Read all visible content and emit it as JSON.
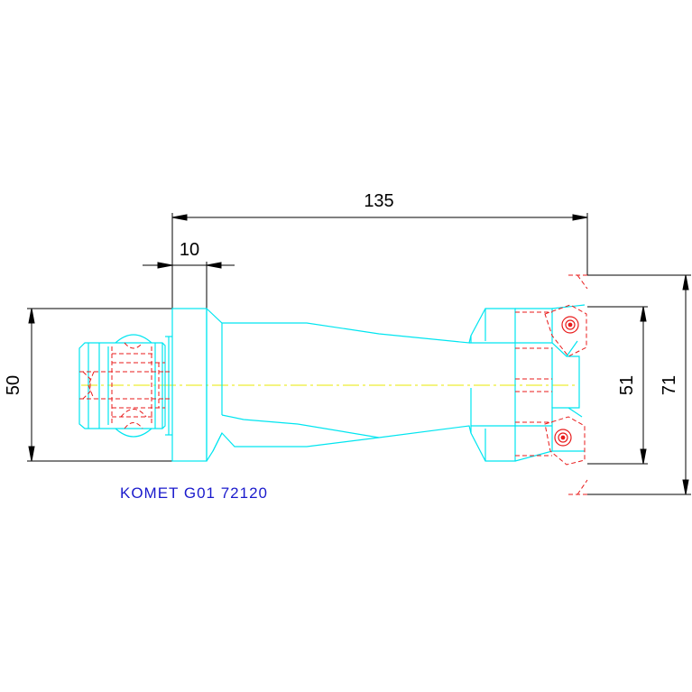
{
  "dimensions": {
    "overall_length": "135",
    "flange_width": "10",
    "shank_diameter": "50",
    "inner_diameter": "51",
    "outer_diameter": "71"
  },
  "part_label": "KOMET G01 72120",
  "colors": {
    "dimension": "#000000",
    "body": "#00e5f0",
    "hidden": "#e81b1b",
    "centerline": "#e8e800",
    "label": "#1a1acc"
  }
}
